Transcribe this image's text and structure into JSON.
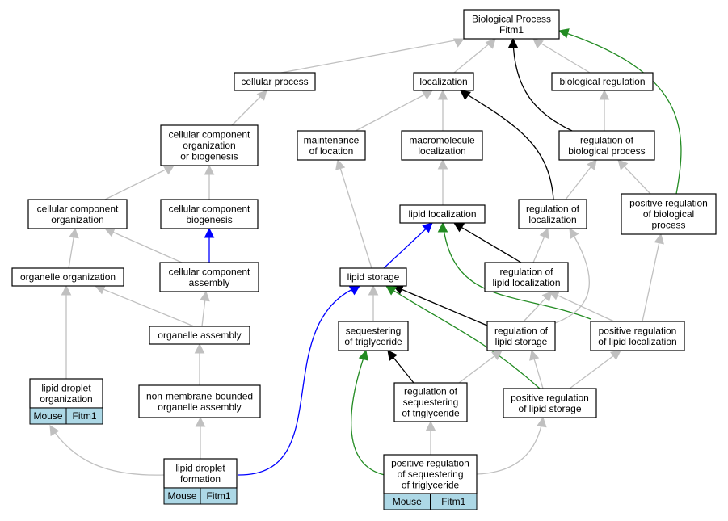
{
  "colors": {
    "is_a": "#c0c0c0",
    "regulates": "#000000",
    "part_of": "#0000ff",
    "positively_regulates": "#228b22",
    "annotation_cell": "#add8e6"
  },
  "nodes": {
    "bp_root": [
      "Biological Process",
      "Fitm1"
    ],
    "cellular_process": [
      "cellular process"
    ],
    "localization": [
      "localization"
    ],
    "biological_regulation": [
      "biological regulation"
    ],
    "ccob": [
      "cellular component",
      "organization",
      "or biogenesis"
    ],
    "maintenance_of_location": [
      "maintenance",
      "of location"
    ],
    "macromolecule_localization": [
      "macromolecule",
      "localization"
    ],
    "regulation_of_biological_process": [
      "regulation of",
      "biological process"
    ],
    "cc_organization": [
      "cellular component",
      "organization"
    ],
    "cc_biogenesis": [
      "cellular component",
      "biogenesis"
    ],
    "lipid_localization": [
      "lipid localization"
    ],
    "regulation_of_localization": [
      "regulation of",
      "localization"
    ],
    "positive_regulation_of_biological_process": [
      "positive regulation",
      "of biological",
      "process"
    ],
    "organelle_organization": [
      "organelle organization"
    ],
    "cc_assembly": [
      "cellular component",
      "assembly"
    ],
    "lipid_storage": [
      "lipid storage"
    ],
    "regulation_of_lipid_localization": [
      "regulation of",
      "lipid localization"
    ],
    "organelle_assembly": [
      "organelle assembly"
    ],
    "sequestering_of_triglyceride": [
      "sequestering",
      "of triglyceride"
    ],
    "regulation_of_lipid_storage": [
      "regulation of",
      "lipid storage"
    ],
    "positive_regulation_of_lipid_localization": [
      "positive regulation",
      "of lipid localization"
    ],
    "lipid_droplet_organization": [
      "lipid droplet",
      "organization"
    ],
    "non_membrane_bounded_organelle_assembly": [
      "non-membrane-bounded",
      "organelle assembly"
    ],
    "regulation_of_sequestering_of_triglyceride": [
      "regulation of",
      "sequestering",
      "of triglyceride"
    ],
    "positive_regulation_of_lipid_storage": [
      "positive regulation",
      "of lipid storage"
    ],
    "lipid_droplet_formation": [
      "lipid droplet",
      "formation"
    ],
    "positive_regulation_of_sequestering_of_triglyceride": [
      "positive regulation",
      "of sequestering",
      "of triglyceride"
    ]
  },
  "annotations": {
    "lipid_droplet_organization": [
      "Mouse",
      "Fitm1"
    ],
    "lipid_droplet_formation": [
      "Mouse",
      "Fitm1"
    ],
    "positive_regulation_of_sequestering_of_triglyceride": [
      "Mouse",
      "Fitm1"
    ]
  }
}
